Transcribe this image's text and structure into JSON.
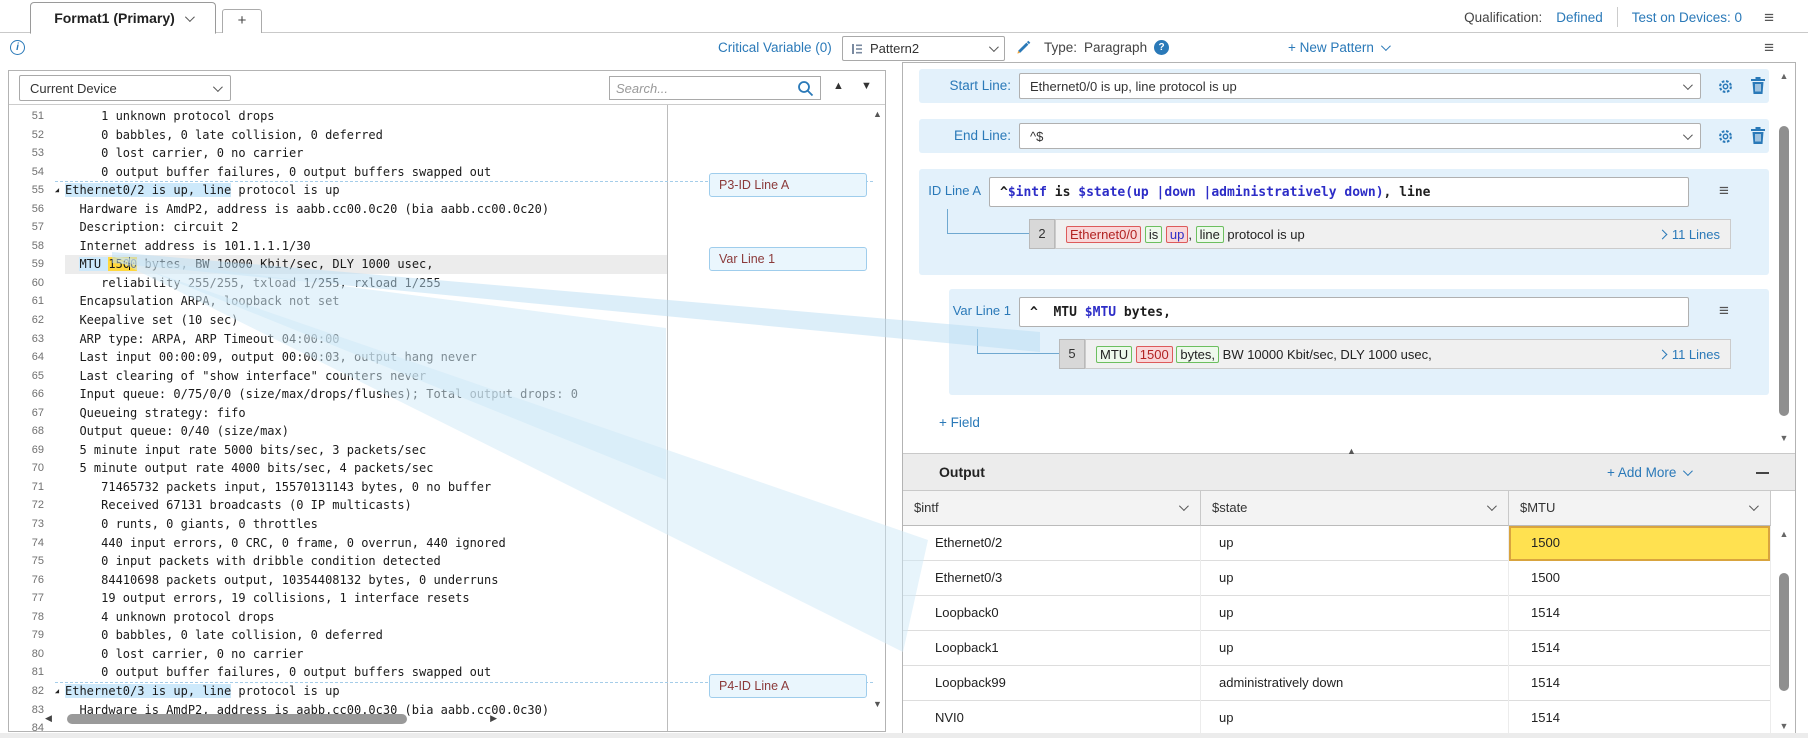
{
  "window": {
    "tab_primary": "Format1 (Primary)",
    "tab_add": "+",
    "qualification_label": "Qualification:",
    "qualification_value": "Defined",
    "test_on_devices": "Test on Devices: 0"
  },
  "toolbar": {
    "critical_variable": "Critical Variable (0)",
    "pattern_select_value": "Pattern2",
    "type_label": "Type:",
    "type_value": "Paragraph",
    "new_pattern_label": "+ New Pattern"
  },
  "left_panel": {
    "device_select_value": "Current Device",
    "search_placeholder": "Search...",
    "tags": [
      {
        "label": "P3-ID Line A"
      },
      {
        "label": "Var Line 1"
      },
      {
        "label": "P4-ID Line A"
      }
    ],
    "code_lines": [
      {
        "no": 51,
        "seg": [
          {
            "t": "     1 unknown protocol drops"
          }
        ]
      },
      {
        "no": 52,
        "seg": [
          {
            "t": "     0 babbles, 0 late collision, 0 deferred"
          }
        ]
      },
      {
        "no": 53,
        "seg": [
          {
            "t": "     0 lost carrier, 0 no carrier"
          }
        ]
      },
      {
        "no": 54,
        "seg": [
          {
            "t": "     0 output buffer failures, 0 output buffers swapped out"
          }
        ]
      },
      {
        "no": 55,
        "fold": true,
        "seg": [
          {
            "t": "Ethernet0/2 is up, line",
            "hl": "blue"
          },
          {
            "t": " protocol is up"
          }
        ]
      },
      {
        "no": 56,
        "seg": [
          {
            "t": "  Hardware is AmdP2, address is aabb.cc00.0c20 (bia aabb.cc00.0c20)"
          }
        ]
      },
      {
        "no": 57,
        "seg": [
          {
            "t": "  Description: circuit 2"
          }
        ]
      },
      {
        "no": 58,
        "seg": [
          {
            "t": "  Internet address is 101.1.1.1/30"
          }
        ]
      },
      {
        "no": 59,
        "selected": true,
        "seg": [
          {
            "t": "  "
          },
          {
            "t": "MTU ",
            "hl": "blue"
          },
          {
            "t": "150",
            "hl": "yellow"
          },
          {
            "cursor": true
          },
          {
            "t": "0",
            "hl": "yellow"
          },
          {
            "t": " bytes, BW 10000 Kbit/sec, DLY 1000 usec,"
          }
        ]
      },
      {
        "no": 60,
        "seg": [
          {
            "t": "     reliability 255/255, txload 1/255, rxload 1/255"
          }
        ]
      },
      {
        "no": 61,
        "seg": [
          {
            "t": "  Encapsulation ARPA, loopback not set"
          }
        ]
      },
      {
        "no": 62,
        "seg": [
          {
            "t": "  Keepalive set (10 sec)"
          }
        ]
      },
      {
        "no": 63,
        "seg": [
          {
            "t": "  ARP type: ARPA, ARP Timeout 04:00:00"
          }
        ]
      },
      {
        "no": 64,
        "seg": [
          {
            "t": "  Last input 00:00:09, output 00:00:03, output hang never"
          }
        ]
      },
      {
        "no": 65,
        "seg": [
          {
            "t": "  Last clearing of \"show interface\" counters never"
          }
        ]
      },
      {
        "no": 66,
        "seg": [
          {
            "t": "  Input queue: 0/75/0/0 (size/max/drops/flushes); Total output drops: 0"
          }
        ]
      },
      {
        "no": 67,
        "seg": [
          {
            "t": "  Queueing strategy: fifo"
          }
        ]
      },
      {
        "no": 68,
        "seg": [
          {
            "t": "  Output queue: 0/40 (size/max)"
          }
        ]
      },
      {
        "no": 69,
        "seg": [
          {
            "t": "  5 minute input rate 5000 bits/sec, 3 packets/sec"
          }
        ]
      },
      {
        "no": 70,
        "seg": [
          {
            "t": "  5 minute output rate 4000 bits/sec, 4 packets/sec"
          }
        ]
      },
      {
        "no": 71,
        "seg": [
          {
            "t": "     71465732 packets input, 15570131143 bytes, 0 no buffer"
          }
        ]
      },
      {
        "no": 72,
        "seg": [
          {
            "t": "     Received 67131 broadcasts (0 IP multicasts)"
          }
        ]
      },
      {
        "no": 73,
        "seg": [
          {
            "t": "     0 runts, 0 giants, 0 throttles"
          }
        ]
      },
      {
        "no": 74,
        "seg": [
          {
            "t": "     440 input errors, 0 CRC, 0 frame, 0 overrun, 440 ignored"
          }
        ]
      },
      {
        "no": 75,
        "seg": [
          {
            "t": "     0 input packets with dribble condition detected"
          }
        ]
      },
      {
        "no": 76,
        "seg": [
          {
            "t": "     84410698 packets output, 10354408132 bytes, 0 underruns"
          }
        ]
      },
      {
        "no": 77,
        "seg": [
          {
            "t": "     19 output errors, 19 collisions, 1 interface resets"
          }
        ]
      },
      {
        "no": 78,
        "seg": [
          {
            "t": "     4 unknown protocol drops"
          }
        ]
      },
      {
        "no": 79,
        "seg": [
          {
            "t": "     0 babbles, 0 late collision, 0 deferred"
          }
        ]
      },
      {
        "no": 80,
        "seg": [
          {
            "t": "     0 lost carrier, 0 no carrier"
          }
        ]
      },
      {
        "no": 81,
        "seg": [
          {
            "t": "     0 output buffer failures, 0 output buffers swapped out"
          }
        ]
      },
      {
        "no": 82,
        "fold": true,
        "seg": [
          {
            "t": "Ethernet0/3 is up, line",
            "hl": "blue"
          },
          {
            "t": " protocol is up"
          }
        ]
      },
      {
        "no": 83,
        "seg": [
          {
            "t": "  Hardware is AmdP2, address is aabb.cc00.0c30 (bia aabb.cc00.0c30)"
          }
        ]
      },
      {
        "no": 84,
        "seg": [
          {
            "t": ""
          }
        ]
      }
    ]
  },
  "right_panel": {
    "start_line": {
      "label": "Start Line:",
      "value": "Ethernet0/0 is up, line protocol is up"
    },
    "end_line": {
      "label": "End Line:",
      "value": "^$"
    },
    "id_line": {
      "label": "ID Line A",
      "badge": "2",
      "lines_link": "11 Lines",
      "pattern": [
        {
          "t": "^"
        },
        {
          "t": "$intf",
          "c": "var"
        },
        {
          "t": " is "
        },
        {
          "t": "$state(up |down |administratively down)",
          "c": "var"
        },
        {
          "t": ", line"
        }
      ],
      "match": [
        {
          "t": "Ethernet0/0",
          "box": "red"
        },
        {
          "t": " "
        },
        {
          "t": "is",
          "box": "green"
        },
        {
          "t": " "
        },
        {
          "t": "up",
          "box": "red",
          "c": "var"
        },
        {
          "t": ", "
        },
        {
          "t": "line",
          "box": "green"
        },
        {
          "t": " protocol is up"
        }
      ]
    },
    "var_line": {
      "label": "Var Line 1",
      "badge": "5",
      "lines_link": "11 Lines",
      "pattern": [
        {
          "t": "^  MTU "
        },
        {
          "t": "$MTU",
          "c": "var"
        },
        {
          "t": " bytes,"
        }
      ],
      "match": [
        {
          "t": "MTU",
          "box": "green"
        },
        {
          "t": " "
        },
        {
          "t": "1500",
          "box": "red"
        },
        {
          "t": " "
        },
        {
          "t": "bytes,",
          "box": "green"
        },
        {
          "t": " BW 10000 Kbit/sec, DLY 1000 usec,"
        }
      ]
    },
    "add_field_label": "+ Field",
    "output": {
      "title": "Output",
      "add_more_label": "+ Add More",
      "columns": [
        "$intf",
        "$state",
        "$MTU"
      ],
      "rows": [
        [
          "Ethernet0/2",
          "up",
          "1500"
        ],
        [
          "Ethernet0/3",
          "up",
          "1500"
        ],
        [
          "Loopback0",
          "up",
          "1514"
        ],
        [
          "Loopback1",
          "up",
          "1514"
        ],
        [
          "Loopback99",
          "administratively down",
          "1514"
        ],
        [
          "NVI0",
          "up",
          "1514"
        ]
      ],
      "highlight_cell": {
        "row": 0,
        "col": 2
      }
    }
  },
  "colors": {
    "accent_blue": "#2a79b8",
    "highlight_yellow": "#ffe150",
    "match_red": "#dd5a5a",
    "match_green": "#6cbf5f",
    "tag_text": "#8b3a3a"
  }
}
